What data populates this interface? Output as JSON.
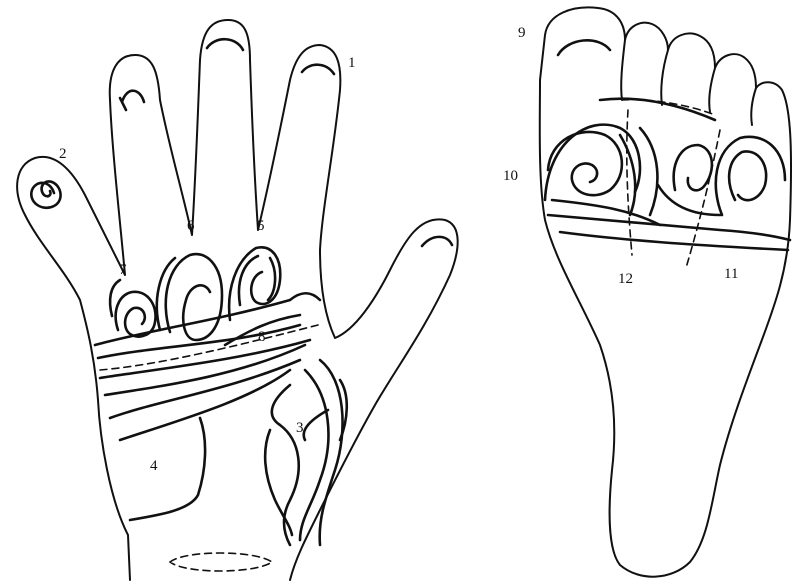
{
  "labels": {
    "l1": "1",
    "l2": "2",
    "l3": "3",
    "l4": "4",
    "l5": "5",
    "l6": "6",
    "l7": "7",
    "l8": "8",
    "l9": "9",
    "l10": "10",
    "l11": "11",
    "l12": "12"
  },
  "colors": {
    "line": "#111111",
    "background": "#ffffff"
  }
}
